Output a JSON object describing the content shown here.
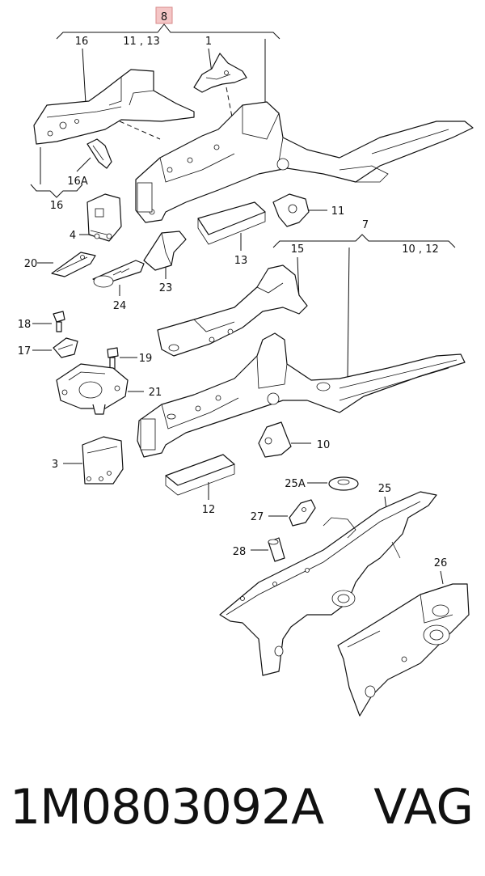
{
  "diagram": {
    "callouts": {
      "c8": "8",
      "c16_top": "16",
      "c11_13": "11 , 13",
      "c1": "1",
      "c16a": "16A",
      "c16_bottom": "16",
      "c11": "11",
      "c4": "4",
      "c13": "13",
      "c7": "7",
      "c20": "20",
      "c15": "15",
      "c10_12": "10 , 12",
      "c23": "23",
      "c24": "24",
      "c18": "18",
      "c17": "17",
      "c19": "19",
      "c21": "21",
      "c10": "10",
      "c3": "3",
      "c25a": "25A",
      "c25": "25",
      "c12": "12",
      "c27": "27",
      "c28": "28",
      "c26": "26"
    },
    "highlight_color": "#f4c6c6"
  },
  "footer": {
    "part_number": "1M0803092A",
    "brand": "VAG"
  }
}
